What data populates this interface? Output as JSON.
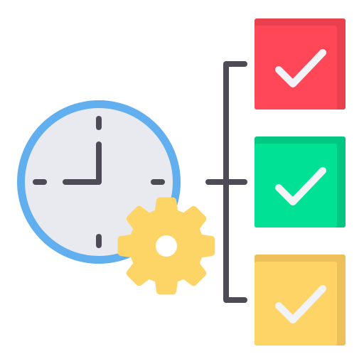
{
  "illustration": {
    "clock": {
      "face_color": "#E8EAEF",
      "rim_color": "#62AFEF",
      "marks_color": "#4E4A56"
    },
    "gear": {
      "color": "#FDD466",
      "hole_color": "#FFFFFF"
    },
    "bracket": {
      "color": "#4E4A56"
    },
    "tasks": [
      {
        "name": "task-red",
        "color": "#FF4757",
        "shade": "#E8404F",
        "checked": true
      },
      {
        "name": "task-green",
        "color": "#00E196",
        "shade": "#00C882",
        "checked": true
      },
      {
        "name": "task-yellow",
        "color": "#FFD466",
        "shade": "#EDC05A",
        "checked": true
      }
    ],
    "check_color": "#F1F3F6"
  }
}
